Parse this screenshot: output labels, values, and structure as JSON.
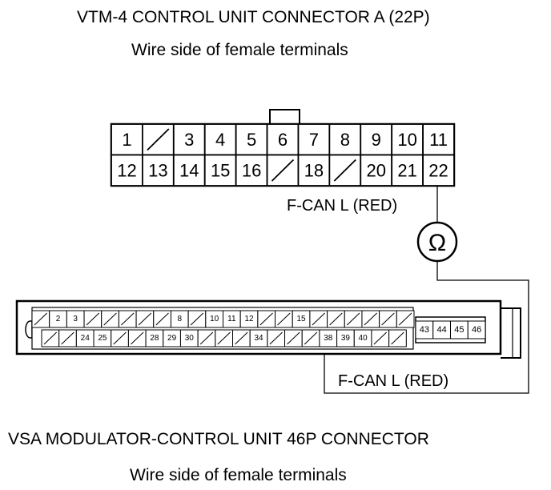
{
  "connector_a": {
    "title": "VTM-4 CONTROL UNIT CONNECTOR A (22P)",
    "subtitle": "Wire side of female terminals",
    "row1": [
      "1",
      "",
      "3",
      "4",
      "5",
      "6",
      "7",
      "8",
      "9",
      "10",
      "11"
    ],
    "row2": [
      "12",
      "13",
      "14",
      "15",
      "16",
      "",
      "18",
      "",
      "20",
      "21",
      "22"
    ],
    "wire_label": "F-CAN L (RED)"
  },
  "meter": {
    "symbol": "Ω"
  },
  "connector_b": {
    "title": "VSA MODULATOR-CONTROL UNIT 46P CONNECTOR",
    "subtitle": "Wire side of female terminals",
    "row1": [
      "",
      "2",
      "3",
      "",
      "",
      "",
      "",
      "",
      "8",
      "",
      "10",
      "11",
      "12",
      "",
      "",
      "15",
      "",
      "",
      "",
      "",
      "",
      ""
    ],
    "row2": [
      "",
      "",
      "24",
      "25",
      "",
      "",
      "28",
      "29",
      "30",
      "",
      "",
      "",
      "34",
      "",
      "",
      "",
      "38",
      "39",
      "40",
      "",
      ""
    ],
    "right_block": [
      "43",
      "44",
      "45",
      "46"
    ],
    "wire_label": "F-CAN L (RED)"
  },
  "colors": {
    "line": "#000000",
    "background": "#ffffff"
  }
}
